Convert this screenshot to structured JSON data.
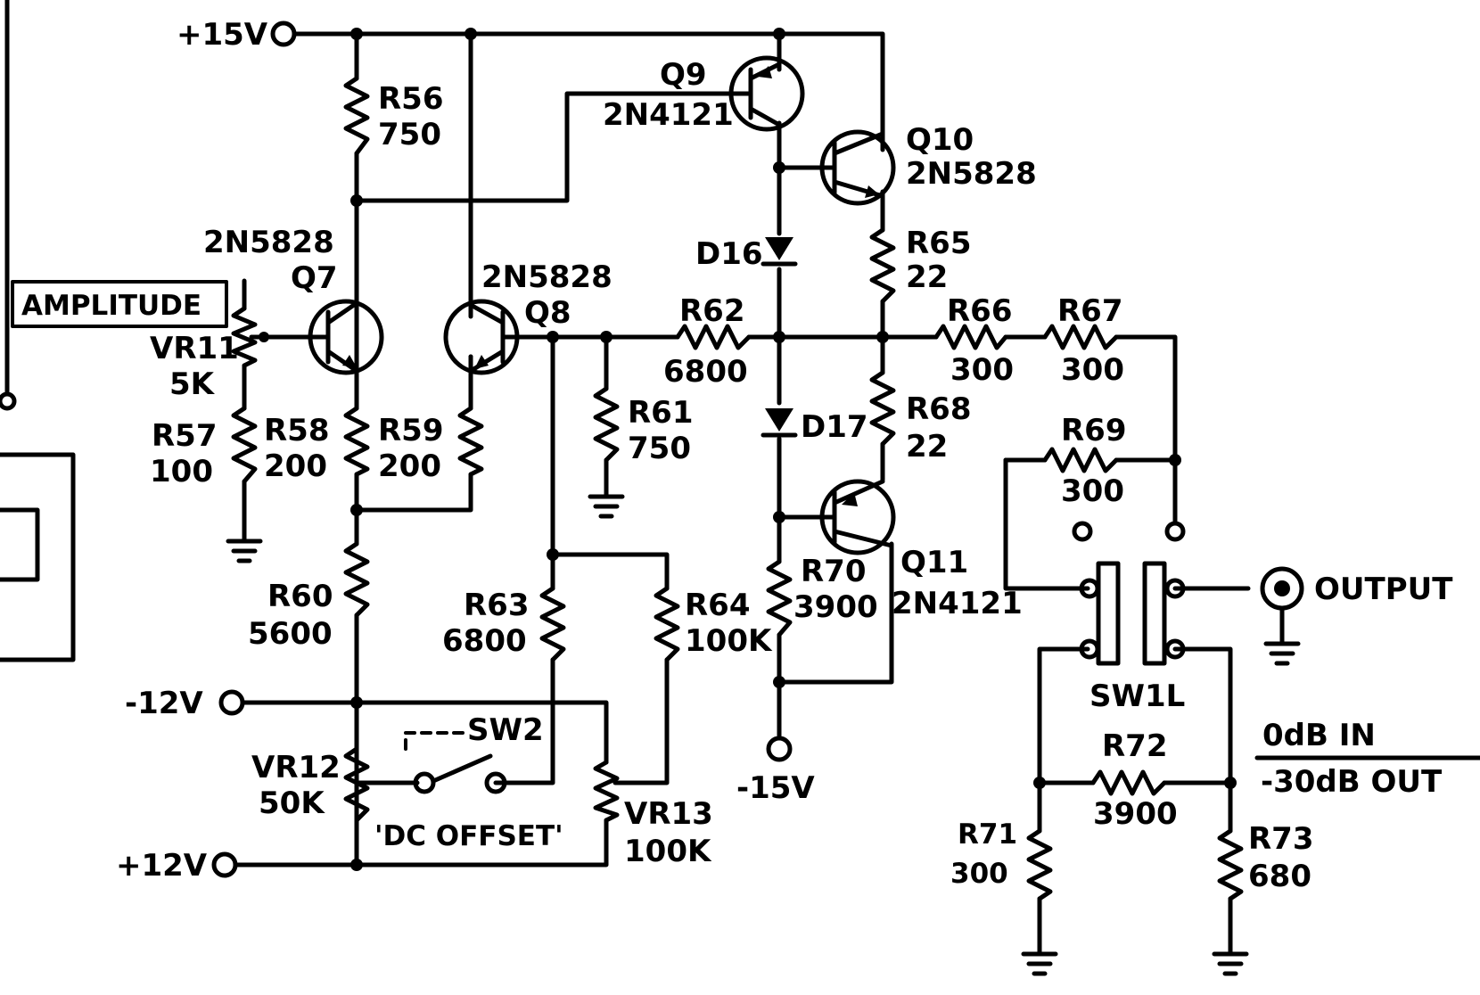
{
  "rails": {
    "pos15": "+15V",
    "neg12": "-12V",
    "pos12": "+12V",
    "neg15": "-15V"
  },
  "controls": {
    "amplitude": "AMPLITUDE",
    "dc_offset": "'DC OFFSET'",
    "output": "OUTPUT"
  },
  "transistors": {
    "q7": {
      "ref": "Q7",
      "part": "2N5828"
    },
    "q8": {
      "ref": "Q8",
      "part": "2N5828"
    },
    "q9": {
      "ref": "Q9",
      "part": "2N4121"
    },
    "q10": {
      "ref": "Q10",
      "part": "2N5828"
    },
    "q11": {
      "ref": "Q11",
      "part": "2N4121"
    }
  },
  "diodes": {
    "d16": "D16",
    "d17": "D17"
  },
  "resistors": {
    "r56": {
      "ref": "R56",
      "val": "750"
    },
    "r57": {
      "ref": "R57",
      "val": "100"
    },
    "r58": {
      "ref": "R58",
      "val": "200"
    },
    "r59": {
      "ref": "R59",
      "val": "200"
    },
    "r60": {
      "ref": "R60",
      "val": "5600"
    },
    "r61": {
      "ref": "R61",
      "val": "750"
    },
    "r62": {
      "ref": "R62",
      "val": "6800"
    },
    "r63": {
      "ref": "R63",
      "val": "6800"
    },
    "r64": {
      "ref": "R64",
      "val": "100K"
    },
    "r65": {
      "ref": "R65",
      "val": "22"
    },
    "r66": {
      "ref": "R66",
      "val": "300"
    },
    "r67": {
      "ref": "R67",
      "val": "300"
    },
    "r68": {
      "ref": "R68",
      "val": "22"
    },
    "r69": {
      "ref": "R69",
      "val": "300"
    },
    "r70": {
      "ref": "R70",
      "val": "3900"
    },
    "r71": {
      "ref": "R71",
      "val": "300"
    },
    "r72": {
      "ref": "R72",
      "val": "3900"
    },
    "r73": {
      "ref": "R73",
      "val": "680"
    }
  },
  "pots": {
    "vr11": {
      "ref": "VR11",
      "val": "5K"
    },
    "vr12": {
      "ref": "VR12",
      "val": "50K"
    },
    "vr13": {
      "ref": "VR13",
      "val": "100K"
    }
  },
  "switches": {
    "sw2": "SW2",
    "sw1l": "SW1L",
    "mode_top": "0dB IN",
    "mode_bottom": "-30dB OUT"
  }
}
